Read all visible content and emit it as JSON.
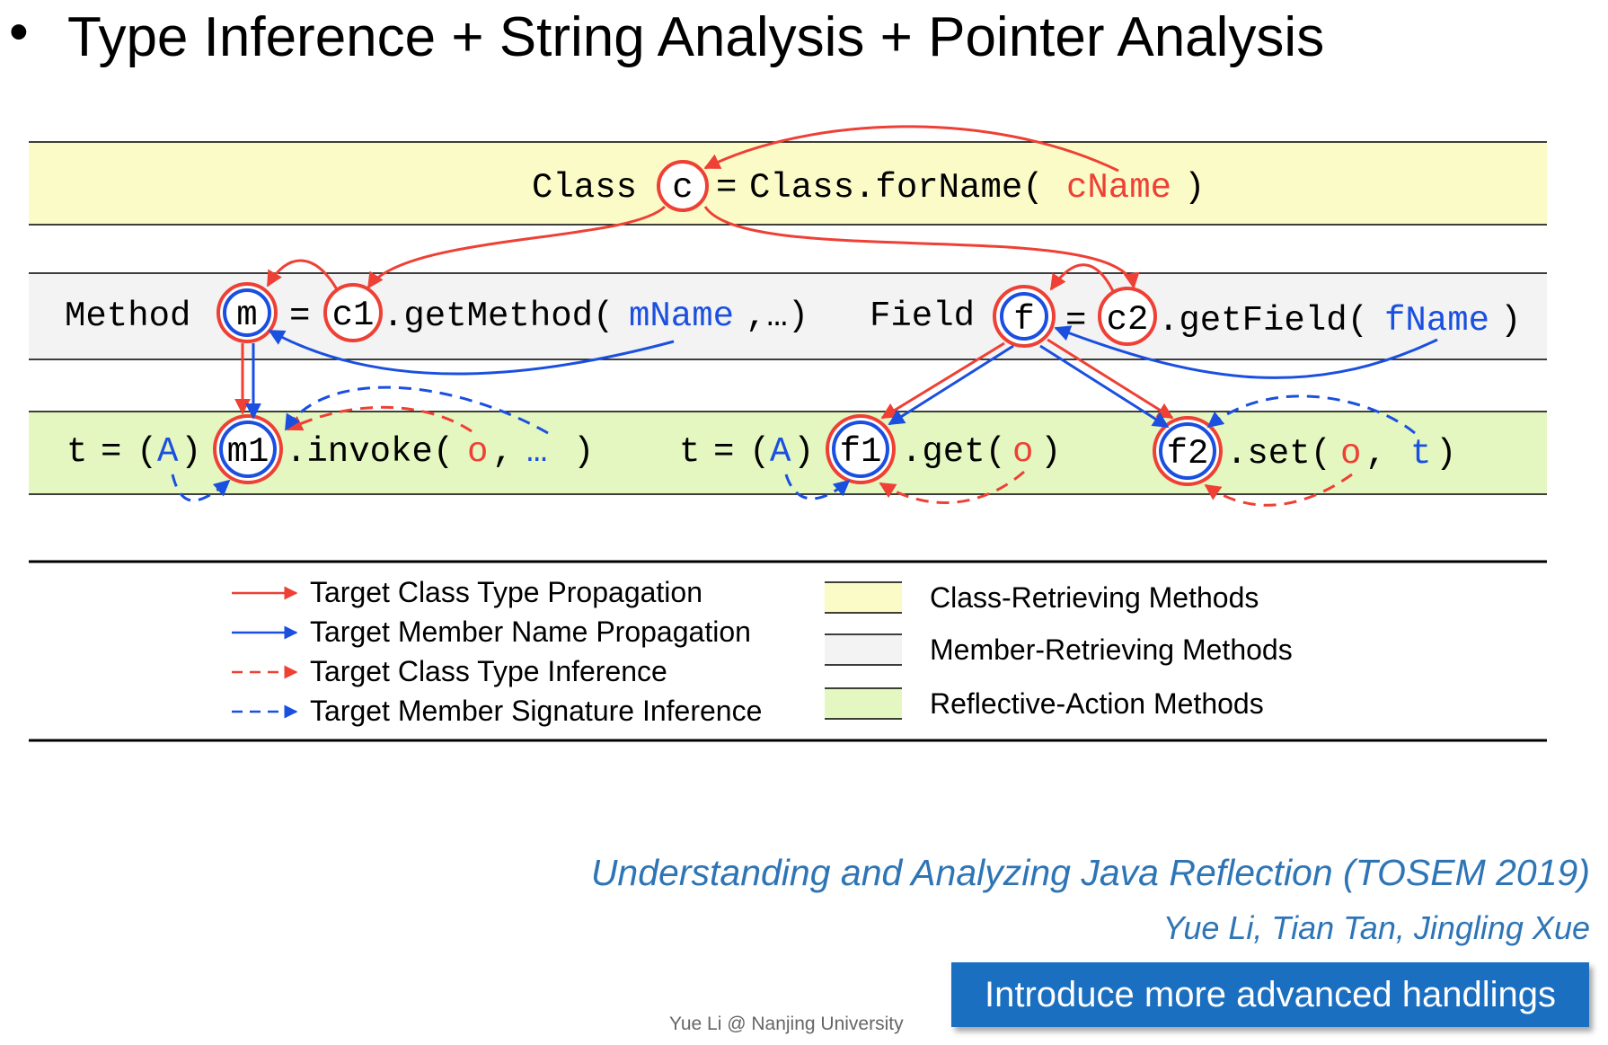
{
  "slide": {
    "bullet": "•",
    "title": "Type Inference + String Analysis + Pointer Analysis",
    "paper_title": "Understanding and Analyzing Java Reflection (TOSEM 2019)",
    "authors": "Yue Li, Tian Tan, Jingling Xue",
    "footer": "Yue Li @ Nanjing University",
    "cta": "Introduce more advanced handlings"
  },
  "code": {
    "row1": {
      "kw": "Class",
      "var": "c",
      "eq": "=",
      "call": "Class.forName(",
      "arg": "cName",
      "close": ")"
    },
    "row2": {
      "kw1": "Method",
      "var1": "m",
      "eq": "=",
      "recv1": "c1",
      "call1": ".getMethod(",
      "arg1": "mName",
      "rest1": ",…)",
      "kw2": "Field",
      "var2": "f",
      "recv2": "c2",
      "call2": ".getField(",
      "arg2": "fName",
      "close": ")"
    },
    "row3": {
      "t": "t",
      "eq": "=",
      "open": "(",
      "cast": "A",
      "cclose": ")",
      "m1": "m1",
      "invoke": ".invoke(",
      "o": "o",
      "comma": ",",
      "dots": "…",
      "close": ")",
      "f1": "f1",
      "get": ".get(",
      "f2": "f2",
      "set": ".set(",
      "targ": "t"
    }
  },
  "legend": {
    "arrows": [
      "Target Class Type Propagation",
      "Target Member Name Propagation",
      "Target Class Type Inference",
      "Target Member Signature Inference"
    ],
    "bands": [
      "Class-Retrieving Methods",
      "Member-Retrieving Methods",
      "Reflective-Action Methods"
    ]
  },
  "colors": {
    "red": "#ee4035",
    "blue": "#1a4fe0",
    "class_band": "#fbfbc8",
    "member_band": "#f3f3f3",
    "action_band": "#e4f7c0",
    "cta_bg": "#1b6fc0",
    "citation": "#2e75b6"
  }
}
